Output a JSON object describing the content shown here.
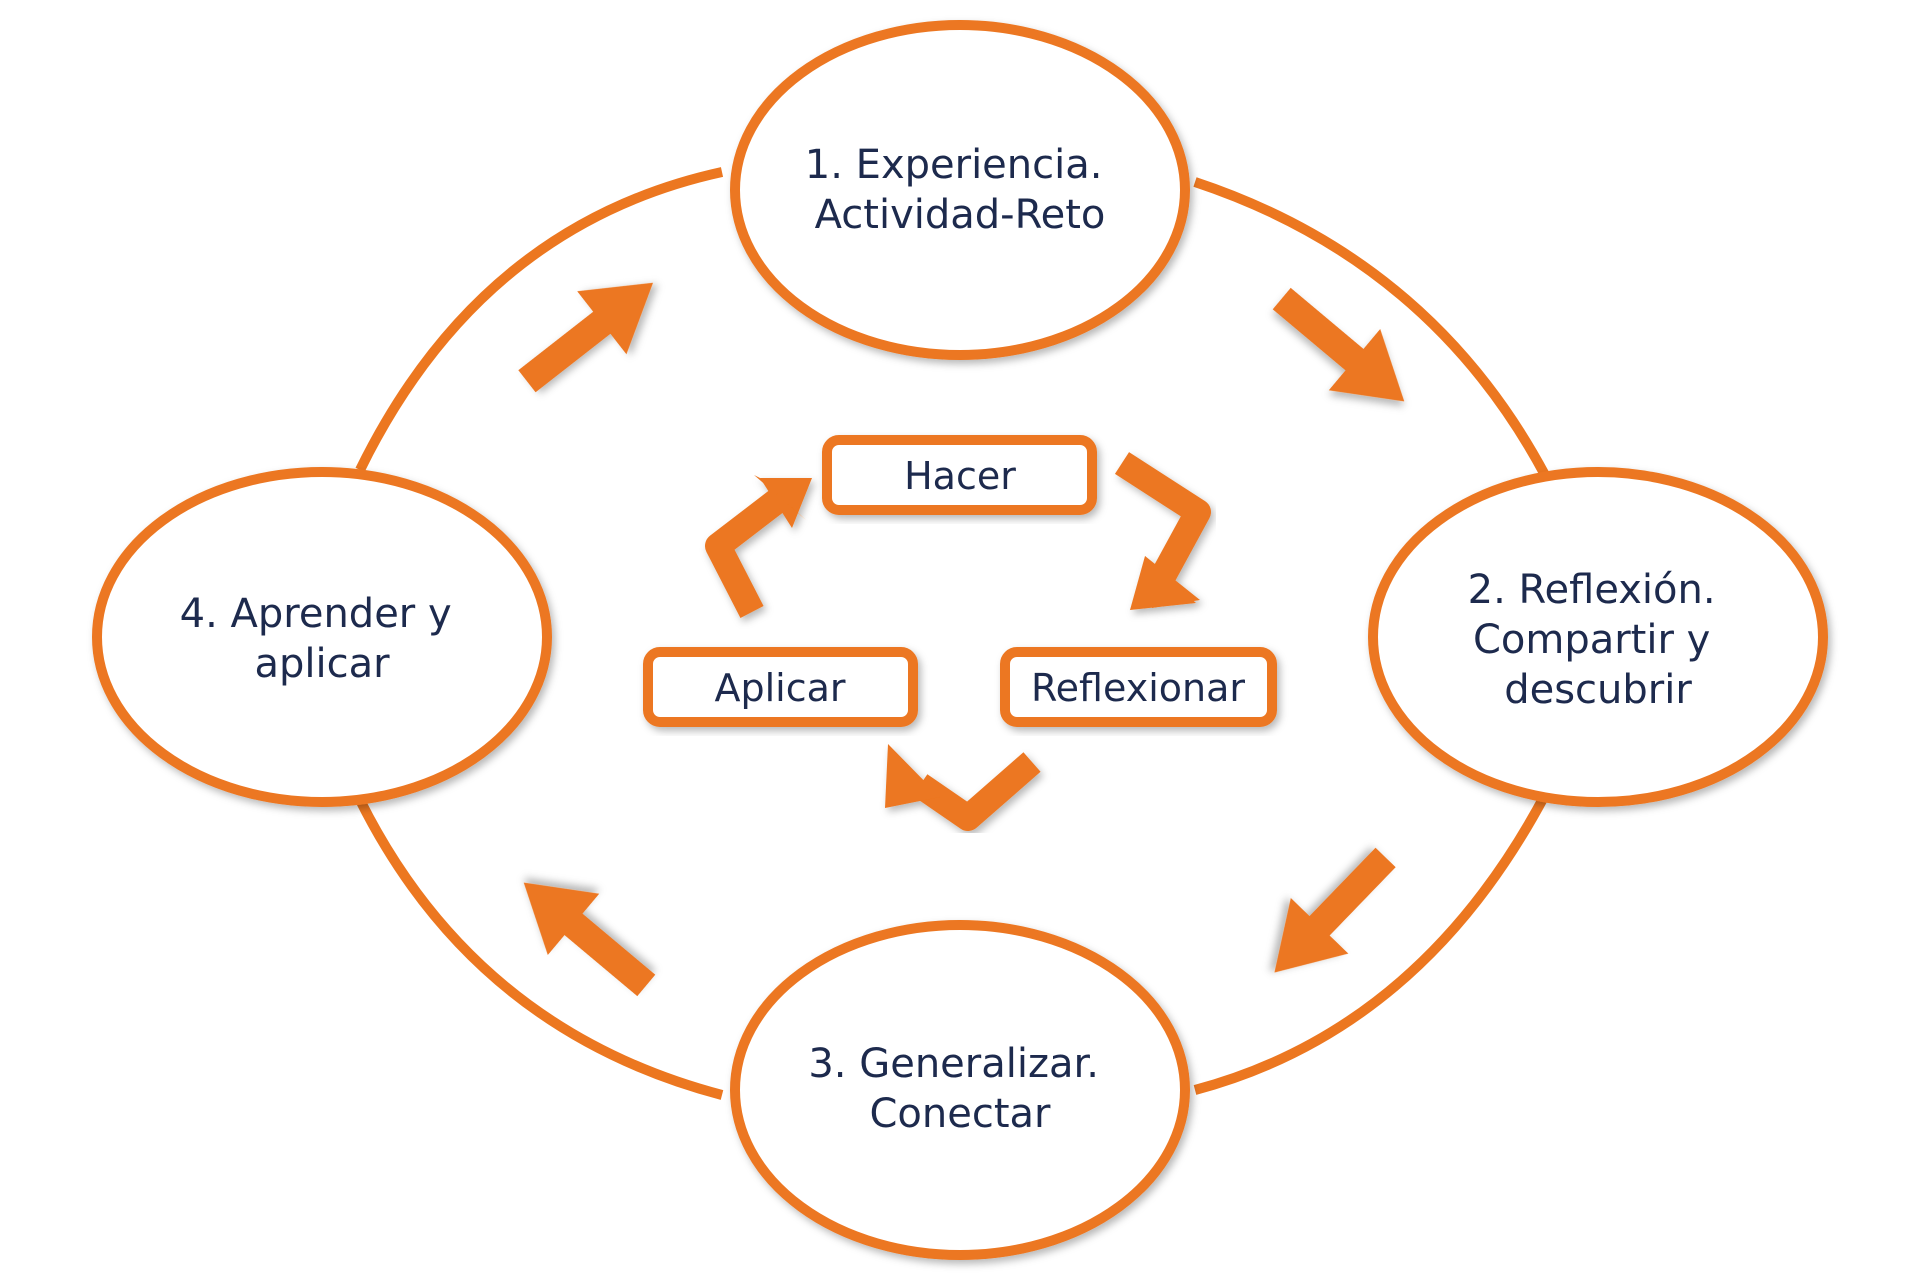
{
  "colors": {
    "accent": "#ec7720",
    "text": "#1d2a4d",
    "background": "#ffffff"
  },
  "stages": [
    {
      "lines": [
        "1. Experiencia.",
        "Actividad-Reto"
      ]
    },
    {
      "lines": [
        "2. Reflexión.",
        "Compartir y",
        "descubrir"
      ]
    },
    {
      "lines": [
        "3. Generalizar.",
        "Conectar"
      ]
    },
    {
      "lines": [
        "4. Aprender y",
        "aplicar"
      ]
    }
  ],
  "inner_cycle": {
    "hacer": "Hacer",
    "reflexionar": "Reflexionar",
    "aplicar": "Aplicar"
  }
}
